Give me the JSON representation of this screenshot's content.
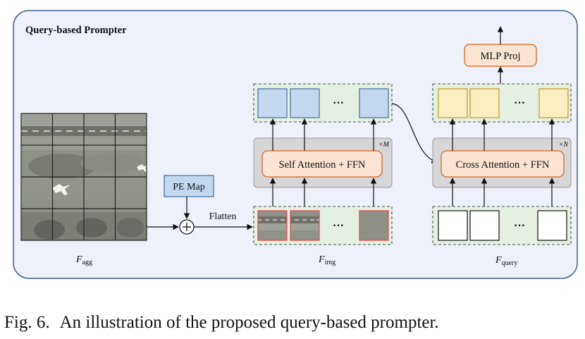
{
  "panel": {
    "title": "Query-based Prompter"
  },
  "pe_map": {
    "label": "PE Map"
  },
  "flatten": {
    "label": "Flatten"
  },
  "self_attention": {
    "label": "Self Attention + FFN",
    "repeat": "×M"
  },
  "cross_attention": {
    "label": "Cross Attention + FFN",
    "repeat": "×N"
  },
  "mlp": {
    "label": "MLP Proj"
  },
  "ellipsis": "···",
  "tokens": {
    "img_in": 3,
    "img_out": 3,
    "query_in": 3,
    "query_out": 3
  },
  "labels": {
    "f_agg": {
      "main": "F",
      "sub": "agg"
    },
    "f_img": {
      "main": "F",
      "sub": "img"
    },
    "f_query": {
      "main": "F",
      "sub": "query"
    }
  },
  "caption": {
    "figure": "Fig. 6.",
    "text": "An illustration of the proposed query-based prompter."
  },
  "colors": {
    "panel_bg": "#eef0fa",
    "panel_border": "#3f5f8a",
    "group_bg": "#e6f0e2",
    "group_border": "#3e5a4a",
    "block_bg": "#d6d6d8",
    "block_border": "#9a9a9c",
    "attn_fill": "#fbe4d4",
    "attn_border": "#d9631c",
    "img_token_fill": "#c3d8ee",
    "img_token_border": "#3e6f9e",
    "query_token_fill": "#fbeec0",
    "query_token_border": "#c59a1c",
    "in_token_border": "#d9534f"
  }
}
